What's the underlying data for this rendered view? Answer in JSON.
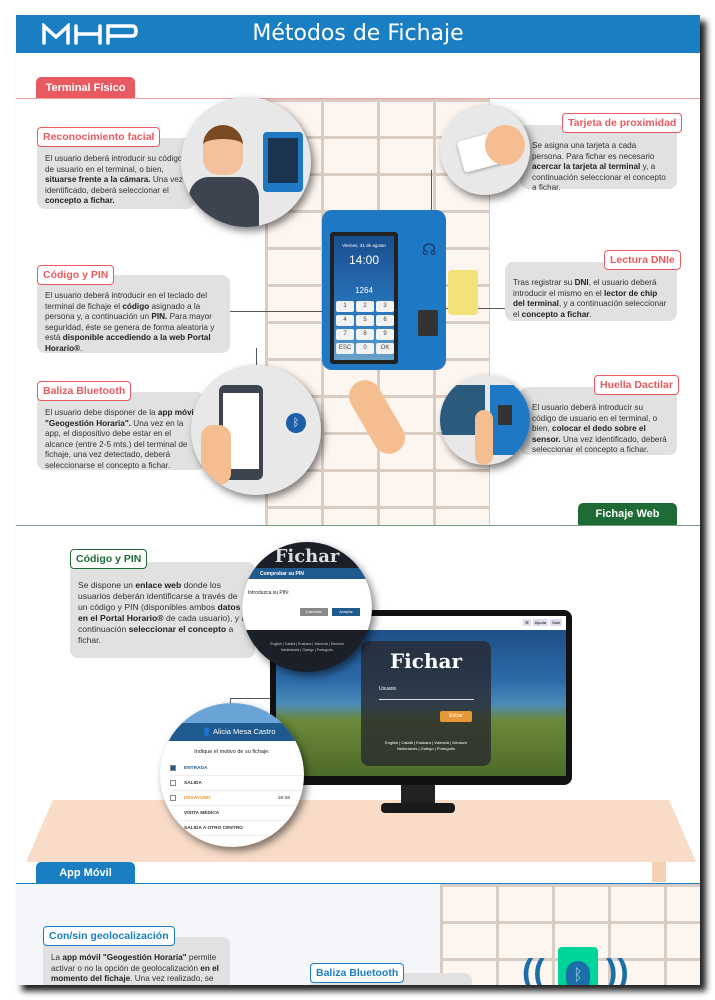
{
  "header": {
    "logo": "MHP",
    "title": "Métodos de Fichaje"
  },
  "colors": {
    "brand_blue": "#1a7ec2",
    "terminal_red": "#e85a5f",
    "web_green": "#1e6b35",
    "desk": "#f8dcc8",
    "beacon": "#00d49b"
  },
  "sections": {
    "terminal": {
      "tab": "Terminal Físico"
    },
    "web": {
      "tab": "Fichaje Web"
    },
    "app": {
      "tab": "App Móvil"
    }
  },
  "terminal": {
    "facial": {
      "label": "Reconocimiento facial",
      "text": [
        {
          "t": "El usuario deberá introducir su código de usuario en el terminal, o bien, "
        },
        {
          "t": "situarse frente a la cámara.",
          "b": true
        },
        {
          "t": " Una vez identificado, deberá seleccionar el "
        },
        {
          "t": "concepto a fichar.",
          "b": true
        }
      ]
    },
    "pin": {
      "label": "Código y PIN",
      "text": [
        {
          "t": "El usuario deberá introducir en el teclado del terminal de fichaje el "
        },
        {
          "t": "código",
          "b": true
        },
        {
          "t": " asignado a la persona y, a continuación un "
        },
        {
          "t": "PIN.",
          "b": true
        },
        {
          "t": " Para mayor seguridad, éste se genera de forma aleatoria y está "
        },
        {
          "t": "disponible accediendo a la web Portal Horario®",
          "b": true
        },
        {
          "t": "."
        }
      ]
    },
    "bluetooth": {
      "label": "Baliza Bluetooth",
      "text": [
        {
          "t": "El usuario debe disponer de la "
        },
        {
          "t": "app móvil \"Geogestión Horaria\".",
          "b": true
        },
        {
          "t": " Una vez en la app, el dispositivo debe estar en el alcance (entre 2-5 mts.) del terminal de fichaje, una vez detectado, deberá seleccionarse el concepto a fichar."
        }
      ]
    },
    "card": {
      "label": "Tarjeta de proximidad",
      "text": [
        {
          "t": "Se asigna una tarjeta a cada persona. Para fichar es necesario "
        },
        {
          "t": "acercar la tarjeta al terminal",
          "b": true
        },
        {
          "t": " y, a continuación seleccionar el concepto a fichar."
        }
      ]
    },
    "dnie": {
      "label": "Lectura DNIe",
      "text": [
        {
          "t": "Tras registrar su "
        },
        {
          "t": "DNI",
          "b": true
        },
        {
          "t": ", el usuario deberá introducir el mismo en el "
        },
        {
          "t": "lector de chip del terminal",
          "b": true
        },
        {
          "t": ", y a continuación seleccionar el "
        },
        {
          "t": "concepto a fichar",
          "b": true
        },
        {
          "t": "."
        }
      ]
    },
    "fingerprint": {
      "label": "Huella Dactilar",
      "text": [
        {
          "t": "El usuario deberá introducir su código de usuario en el terminal, o bien, "
        },
        {
          "t": "colocar el dedo sobre el sensor.",
          "b": true
        },
        {
          "t": " Una vez identificado, deberá seleccionar el concepto a fichar."
        }
      ]
    },
    "device": {
      "date": "Viernes, 31 de agosto",
      "time": "14:00",
      "pin": "1264",
      "keys": [
        "1",
        "2",
        "3",
        "4",
        "5",
        "6",
        "7",
        "8",
        "9",
        "ESC",
        "0",
        "OK"
      ]
    }
  },
  "web": {
    "pin": {
      "label": "Código y PIN",
      "text": [
        {
          "t": "Se dispone un "
        },
        {
          "t": "enlace web",
          "b": true
        },
        {
          "t": " donde los usuarios deberán identificarse a través de un código y PIN (disponibles ambos "
        },
        {
          "t": "datos en el Portal Horario®",
          "b": true
        },
        {
          "t": " de cada usuario), y a continuación "
        },
        {
          "t": "seleccionar el concepto",
          "b": true
        },
        {
          "t": " a fichar."
        }
      ]
    },
    "popup": {
      "title": "Comprobar su PIN",
      "field": "Introduzca su PIN:",
      "cancel": "Cancelar",
      "accept": "Aceptar",
      "brand": "Fichar",
      "langs": "English | Català | Euskara | Valencià | Deutsch",
      "langs2": "Nederlands | Galego | Português"
    },
    "login": {
      "brand": "Fichar",
      "user_label": "Usuario",
      "enter": "Entrar",
      "langs": "English | Català | Euskara | Valencià | Deutsch",
      "langs2": "Nederlands | Galego | Português",
      "top_buttons": [
        "☰",
        "Ayuda",
        "Salir"
      ]
    },
    "mobile": {
      "user": "Alicia Mesa Castro",
      "prompt": "Indique el motivo de su fichaje:",
      "options": [
        {
          "label": "ENTRADA",
          "checked": true
        },
        {
          "label": "SALIDA",
          "checked": false
        },
        {
          "label": "DESAYUNO",
          "checked": false,
          "time": "16:30"
        },
        {
          "label": "VISITA MÉDICA"
        },
        {
          "label": "SALIDA A OTRO CENTRO"
        }
      ]
    }
  },
  "app": {
    "geo": {
      "label": "Con/sin geolocalización",
      "text": [
        {
          "t": "La "
        },
        {
          "t": "app móvil \"Geogestión Horaria\"",
          "b": true
        },
        {
          "t": " permite activar o no la opción de geolocalización "
        },
        {
          "t": "en el momento del fichaje",
          "b": true
        },
        {
          "t": ". Una vez realizado, se desactivará automáticamente dicha opción."
        }
      ]
    },
    "bluetooth": {
      "label": "Baliza Bluetooth"
    }
  }
}
